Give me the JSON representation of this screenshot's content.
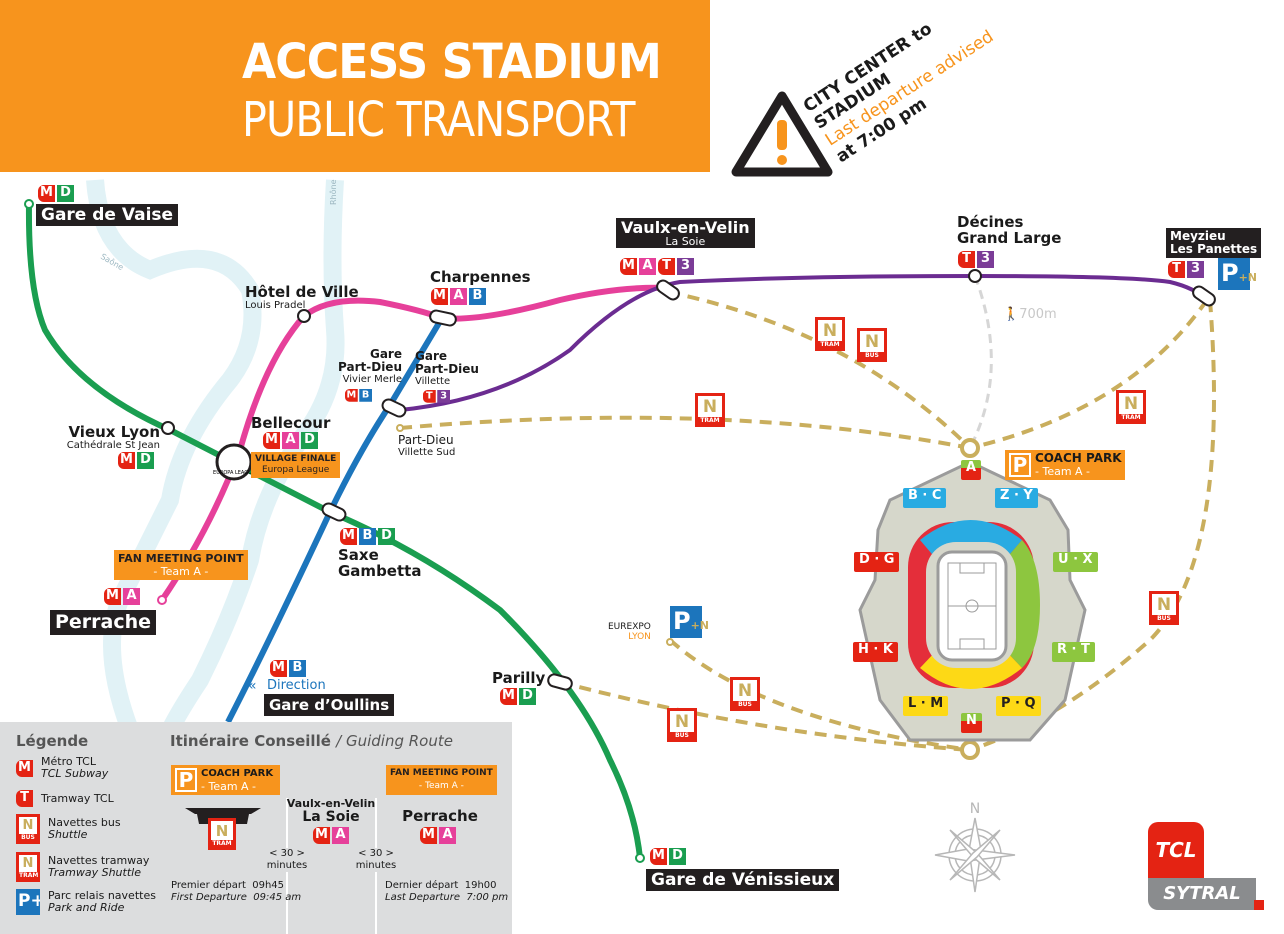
{
  "colors": {
    "M": "#E42313",
    "A": "#E6409A",
    "B": "#1C75BC",
    "D": "#1A9E50",
    "T": "#E42313",
    "3": "#7B3C97",
    "orange": "#F7941D",
    "gold": "#C9AE5D"
  },
  "header": {
    "title_line1": "ACCESS STADIUM",
    "title_line2": "PUBLIC TRANSPORT"
  },
  "warning": {
    "line1": "CITY CENTER to",
    "line2": "STADIUM",
    "line3": "Last departure advised",
    "line4": "at 7:00 pm"
  },
  "rivers": {
    "saone": "Saône",
    "rhone": "Rhône"
  },
  "stations": {
    "gare_de_vaise": {
      "name": "Gare de Vaise",
      "lines": [
        "M",
        "D"
      ]
    },
    "vieux_lyon": {
      "name": "Vieux Lyon",
      "sub": "Cathédrale St Jean",
      "lines": [
        "M",
        "D"
      ]
    },
    "hotel_de_ville": {
      "name": "Hôtel de Ville",
      "sub": "Louis Pradel"
    },
    "charpennes": {
      "name": "Charpennes",
      "lines": [
        "M",
        "A",
        "B"
      ]
    },
    "bellecour": {
      "name": "Bellecour",
      "lines": [
        "M",
        "A",
        "D"
      ],
      "village_line1": "VILLAGE FINALE",
      "village_line2": "Europa League"
    },
    "part_dieu_vivier": {
      "name1": "Gare",
      "name2": "Part-Dieu",
      "sub": "Vivier Merle",
      "lines": [
        "M",
        "B"
      ]
    },
    "part_dieu_villette": {
      "name1": "Gare",
      "name2": "Part-Dieu",
      "sub": "Villette",
      "lines": [
        "T",
        "3"
      ]
    },
    "part_dieu_sud": {
      "name": "Part-Dieu",
      "sub": "Villette Sud"
    },
    "vaulx": {
      "name": "Vaulx-en-Velin",
      "sub": "La Soie",
      "lines": [
        "M",
        "A",
        "T",
        "3"
      ]
    },
    "decines": {
      "name1": "Décines",
      "name2": "Grand Large",
      "lines": [
        "T",
        "3"
      ]
    },
    "meyzieu": {
      "name1": "Meyzieu",
      "name2": "Les Panettes",
      "lines": [
        "T",
        "3"
      ]
    },
    "saxe": {
      "name1": "Saxe",
      "name2": "Gambetta",
      "lines": [
        "M",
        "B",
        "D"
      ]
    },
    "perrache": {
      "name": "Perrache",
      "lines": [
        "M",
        "A"
      ],
      "fan_line1": "FAN MEETING POINT",
      "fan_line2": "- Team A -"
    },
    "oullins": {
      "lines": [
        "M",
        "B"
      ],
      "direction": "Direction",
      "name": "Gare d’Oullins"
    },
    "parilly": {
      "name": "Parilly",
      "lines": [
        "M",
        "D"
      ]
    },
    "venissieux": {
      "name": "Gare de Vénissieux",
      "lines": [
        "M",
        "D"
      ]
    },
    "eurexpo": {
      "name": "EUREXPO",
      "sub": "LYON"
    }
  },
  "walk": "700m",
  "shuttles": {
    "bus": "BUS",
    "tram": "TRAM",
    "n": "N"
  },
  "pn": {
    "p": "P",
    "n": "+N"
  },
  "stadium": {
    "gates": [
      "A",
      "B · C",
      "Z · Y",
      "D · G",
      "U · X",
      "H · K",
      "R · T",
      "L · M",
      "P · Q",
      "N"
    ],
    "coach_park": "COACH PARK",
    "coach_team": "- Team A -",
    "eurologo": "EUROPA LEAGUE"
  },
  "compass": "N",
  "logo": {
    "tcl": "TCL",
    "sytral": "SYTRAL"
  },
  "legend": {
    "title": "Légende",
    "items": [
      {
        "icon": "M",
        "fr": "Métro TCL",
        "en": "TCL Subway"
      },
      {
        "icon": "T",
        "fr": "Tramway TCL",
        "en": ""
      },
      {
        "icon": "BUS",
        "fr": "Navettes bus",
        "en": "Shuttle"
      },
      {
        "icon": "TRAM",
        "fr": "Navettes tramway",
        "en": "Tramway Shuttle"
      },
      {
        "icon": "P+N",
        "fr": "Parc relais navettes",
        "en": "Park and Ride"
      }
    ],
    "route_title": "Itinéraire Conseillé",
    "route_title_en": "/ Guiding Route",
    "coach_park": "COACH PARK",
    "coach_team": "- Team A -",
    "fan_point": "FAN MEETING POINT",
    "fan_team": "- Team A -",
    "vaulx_1": "Vaulx-en-Velin",
    "vaulx_2": "La Soie",
    "vaulx_lines": [
      "M",
      "A"
    ],
    "perrache": "Perrache",
    "perrache_lines": [
      "M",
      "A"
    ],
    "interval1": "< 30 >",
    "interval1_unit": "minutes",
    "interval2": "< 30 >",
    "interval2_unit": "minutes",
    "first_fr": "Premier départ",
    "first_fr_time": "09h45",
    "first_en": "First Departure",
    "first_en_time": "09:45 am",
    "last_fr": "Dernier départ",
    "last_fr_time": "19h00",
    "last_en": "Last Departure",
    "last_en_time": "7:00 pm"
  }
}
